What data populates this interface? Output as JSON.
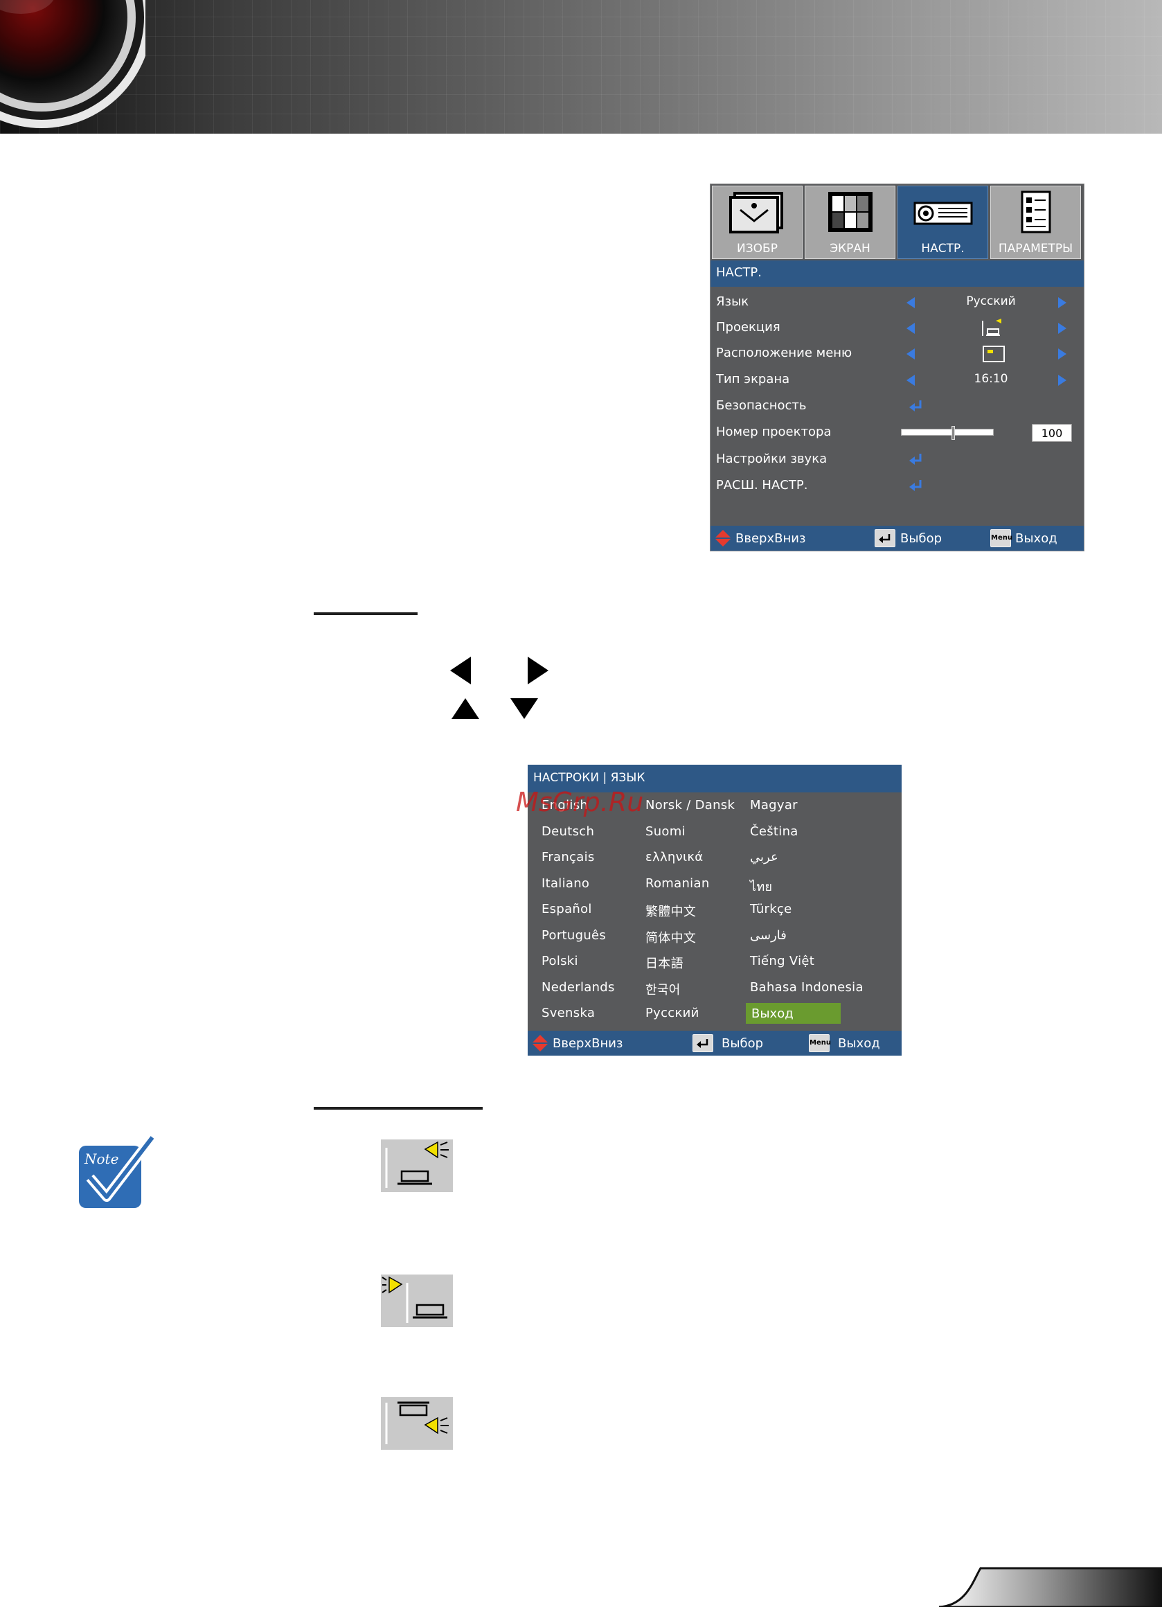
{
  "osd_setup": {
    "tabs": [
      {
        "label": "ИЗОБР",
        "icon": "image-icon"
      },
      {
        "label": "ЭКРАН",
        "icon": "display-icon"
      },
      {
        "label": "НАСТР.",
        "icon": "projector-icon"
      },
      {
        "label": "ПАРАМЕТРЫ",
        "icon": "options-icon"
      }
    ],
    "active_tab": "НАСТР.",
    "section_title": "НАСТР.",
    "rows": [
      {
        "label": "Язык",
        "value": "Русский"
      },
      {
        "label": "Проекция",
        "value_icon": "projection-front-icon"
      },
      {
        "label": "Расположение меню",
        "value_icon": "menu-position-icon"
      },
      {
        "label": "Тип экрана",
        "value": "16:10"
      },
      {
        "label": "Безопасность"
      },
      {
        "label": "Номер проектора",
        "value": "100",
        "slider_level": 0.55
      },
      {
        "label": "Настройки звука"
      },
      {
        "label": "РАСШ. НАСТР."
      }
    ],
    "footer": {
      "updown": "ВверхВниз",
      "select": "Выбор",
      "exit": "Выход",
      "menu_key": "Menu"
    }
  },
  "osd_language": {
    "title": "НАСТРОКИ | ЯЗЫК",
    "columns": [
      [
        "English",
        "Deutsch",
        "Français",
        "Italiano",
        "Español",
        "Português",
        "Polski",
        "Nederlands",
        "Svenska"
      ],
      [
        "Norsk / Dansk",
        "Suomi",
        "ελληνικά",
        "Romanian",
        "繁體中文",
        "简体中文",
        "日本語",
        "한국어",
        "Русский"
      ],
      [
        "Magyar",
        "Čeština",
        "عربي",
        "ไทย",
        "Türkçe",
        "فارسی",
        "Tiếng Việt",
        "Bahasa Indonesia",
        "Выход"
      ]
    ],
    "footer": {
      "updown": "ВверхВниз",
      "select": "Выбор",
      "exit": "Выход",
      "menu_key": "Menu"
    }
  },
  "watermark": "MsGrp.Ru",
  "note_label": "Note",
  "colors": {
    "osd_bg": "#58595b",
    "osd_blue": "#2e5886",
    "osd_green": "#6a9b2f",
    "arrow_blue": "#3a7be0"
  }
}
